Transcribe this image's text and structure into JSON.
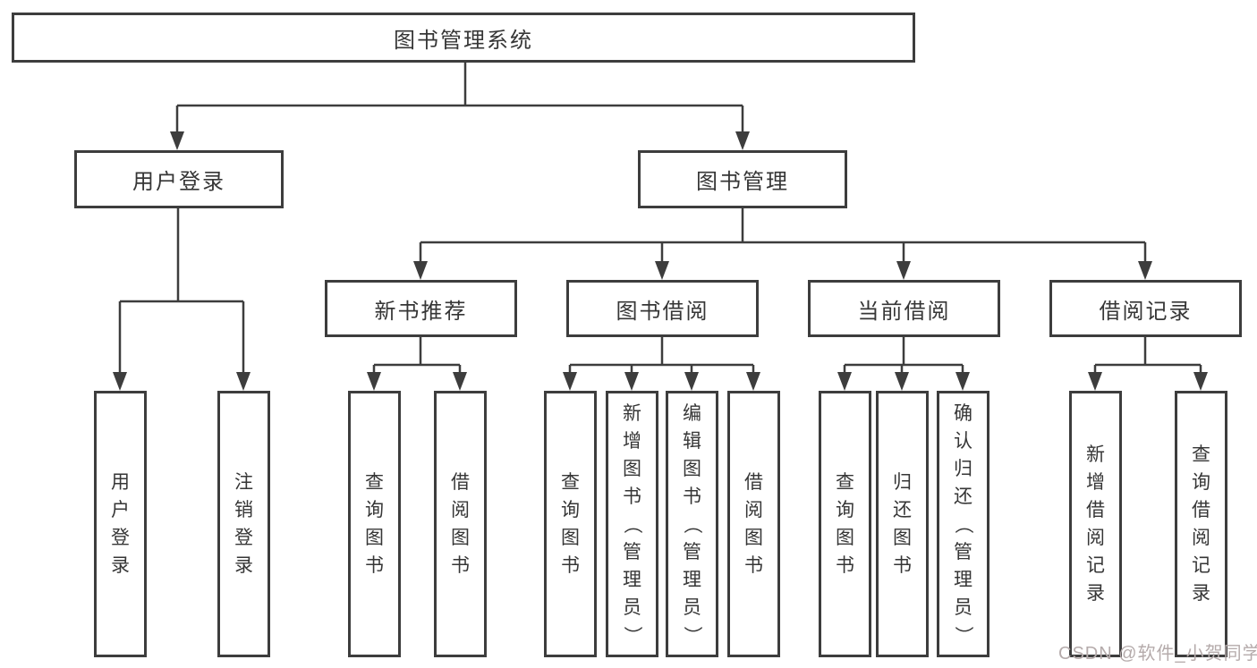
{
  "diagram": {
    "root": {
      "label": "图书管理系统"
    },
    "branches": [
      {
        "label": "用户登录",
        "children": [
          {
            "label": "用户登录"
          },
          {
            "label": "注销登录"
          }
        ]
      },
      {
        "label": "图书管理",
        "children": [
          {
            "label": "新书推荐",
            "children": [
              {
                "label": "查询图书"
              },
              {
                "label": "借阅图书"
              }
            ]
          },
          {
            "label": "图书借阅",
            "children": [
              {
                "label": "查询图书"
              },
              {
                "label": "新增图书（管理员）"
              },
              {
                "label": "编辑图书（管理员）"
              },
              {
                "label": "借阅图书"
              }
            ]
          },
          {
            "label": "当前借阅",
            "children": [
              {
                "label": "查询图书"
              },
              {
                "label": "归还图书"
              },
              {
                "label": "确认归还（管理员）"
              }
            ]
          },
          {
            "label": "借阅记录",
            "children": [
              {
                "label": "新增借阅记录"
              },
              {
                "label": "查询借阅记录"
              }
            ]
          }
        ]
      }
    ]
  },
  "watermark": "CSDN @软件_小贺同学",
  "colors": {
    "line": "#3d3d3d",
    "text": "#363636",
    "watermark": "#b5abab",
    "background": "#ffffff"
  }
}
